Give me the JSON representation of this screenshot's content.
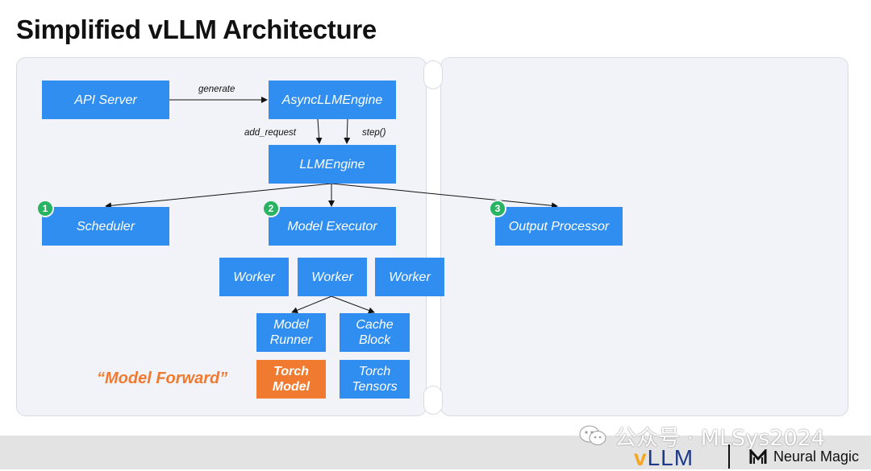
{
  "title": "Simplified vLLM Architecture",
  "colors": {
    "box": "#2f8ef0",
    "torch": "#f07a2f",
    "badge": "#28b463",
    "accent_text": "#f07a2f"
  },
  "nodes": {
    "api_server": "API Server",
    "async_engine": "AsyncLLMEngine",
    "llm_engine": "LLMEngine",
    "scheduler": "Scheduler",
    "model_executor": "Model Executor",
    "output_processor": "Output Processor",
    "worker": "Worker",
    "model_runner": "Model Runner",
    "cache_block": "Cache Block",
    "torch_model": "Torch Model",
    "torch_tensors": "Torch Tensors"
  },
  "edges": {
    "generate": "generate",
    "add_request": "add_request",
    "step": "step()"
  },
  "badges": [
    "1",
    "2",
    "3"
  ],
  "annotation": "“Model Forward”",
  "watermark": "公众号 · MLSys2024",
  "footer": {
    "vllm_logo_v": "v",
    "vllm_logo_rest": "LLM",
    "neural_magic": "Neural Magic"
  }
}
